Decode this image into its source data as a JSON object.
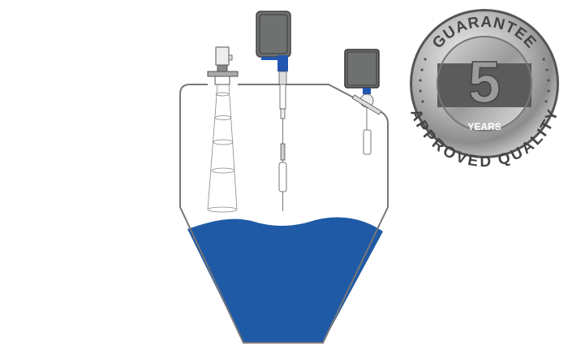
{
  "badge": {
    "top_text": "GUARANTEE",
    "number": "5",
    "unit": "YEARS",
    "bottom_text": "APPROVED QUALITY"
  },
  "colors": {
    "liquid": "#1f5aa6",
    "outline": "#777777",
    "enclosure": "#6e716f",
    "accent_blue": "#2356b0"
  }
}
